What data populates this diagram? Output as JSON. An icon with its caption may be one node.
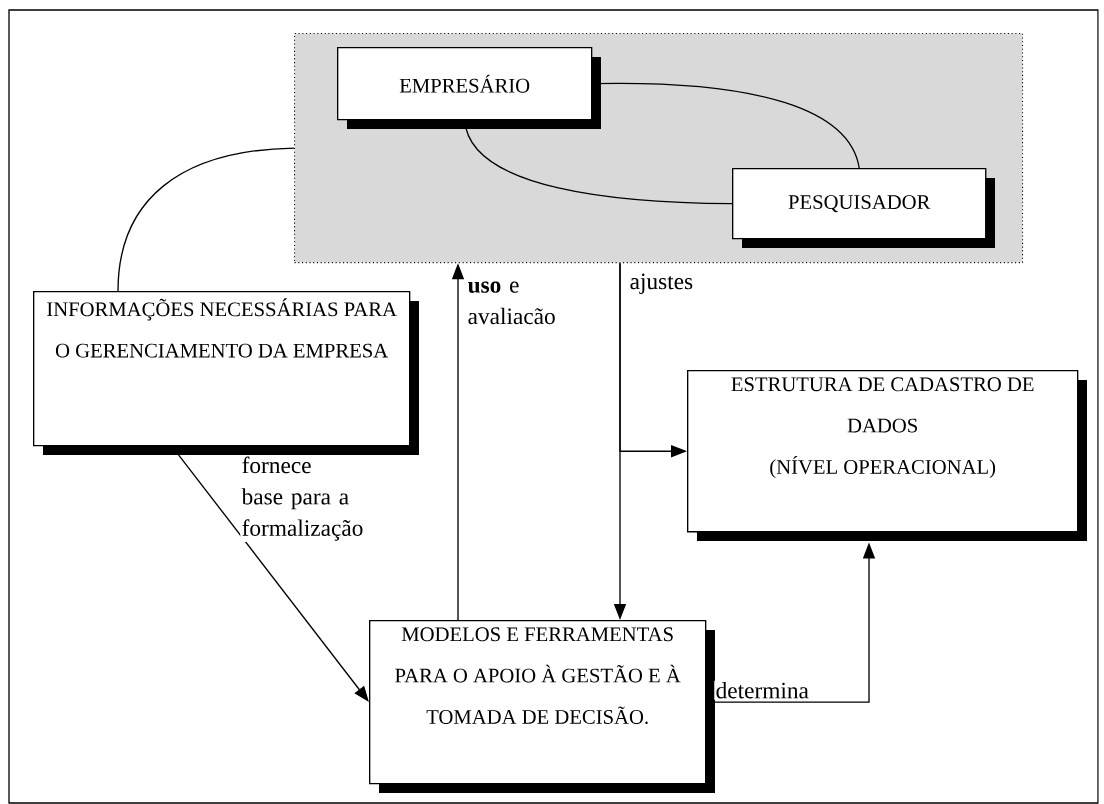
{
  "diagram": {
    "nodes": [
      {
        "text": [],
        "shape": "box"
      },
      {
        "text": [
          "EMPRESÁRIO"
        ],
        "in": 0
      },
      {
        "text": [
          "PESQUISADOR"
        ],
        "in": 0
      },
      {
        "text": [
          "INFORMAÇÕES NECESSÁRIAS PARA O GERENCIAMENTO DA EMPRESA"
        ]
      },
      {
        "text": [
          "ESTRUTURA DE CADASTRO DE DADOS",
          "(NÍVEL OPERACIONAL)"
        ]
      },
      {
        "text": [
          "MODELOS E FERRAMENTAS PARA O APOIO À GESTÃO E À TOMADA DE DECISÃO."
        ]
      }
    ],
    "edges": [
      {
        "from": 1,
        "to": 2,
        "arrow": "none"
      },
      {
        "from": 1,
        "to": 2,
        "arrow": "none"
      },
      {
        "from": 0,
        "to": 3,
        "arrow": "none"
      },
      {
        "from": 3,
        "to": 5,
        "arrow": "to",
        "label": "fornece base para a formalização"
      },
      {
        "from": 5,
        "to": 0,
        "arrow": "to",
        "label": "**uso** e avaliacão"
      },
      {
        "from": 0,
        "to": 5,
        "arrow": "to",
        "label": "ajustes"
      },
      {
        "from": 0,
        "to": 4,
        "arrow": "to"
      },
      {
        "from": 5,
        "to": 4,
        "arrow": "to",
        "label": "determina"
      }
    ]
  }
}
